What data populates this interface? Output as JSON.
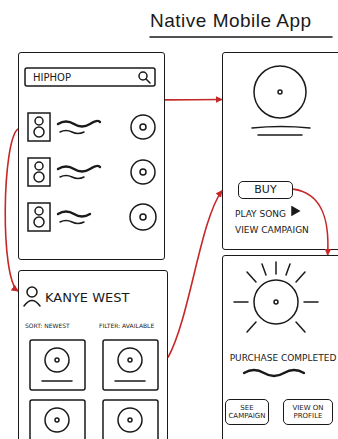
{
  "diagram": {
    "title": "Native Mobile App",
    "nodes": [
      {
        "text": [
          "HIPHOP"
        ]
      },
      {
        "text": [
          "PLAY SONG",
          "VIEW CAMPAIGN"
        ]
      },
      {
        "text": [
          "BUY"
        ],
        "in": 1
      },
      {
        "text": [
          "KANYE WEST",
          "SORT: NEWEST",
          "FILTER: AVAILABLE"
        ]
      },
      {
        "text": [
          "PURCHASE COMPLETED"
        ]
      },
      {
        "text": [
          "SEE CAMPAIGN"
        ],
        "in": 4
      },
      {
        "text": [
          "VIEW ON PROFILE"
        ],
        "in": 4
      }
    ],
    "edges": [
      {
        "from": 0,
        "to": 1,
        "arrow": "to"
      },
      {
        "from": 0,
        "to": 3,
        "arrow": "to"
      },
      {
        "from": 3,
        "to": 1,
        "arrow": "to"
      },
      {
        "from": 2,
        "to": 4,
        "arrow": "to"
      }
    ]
  }
}
